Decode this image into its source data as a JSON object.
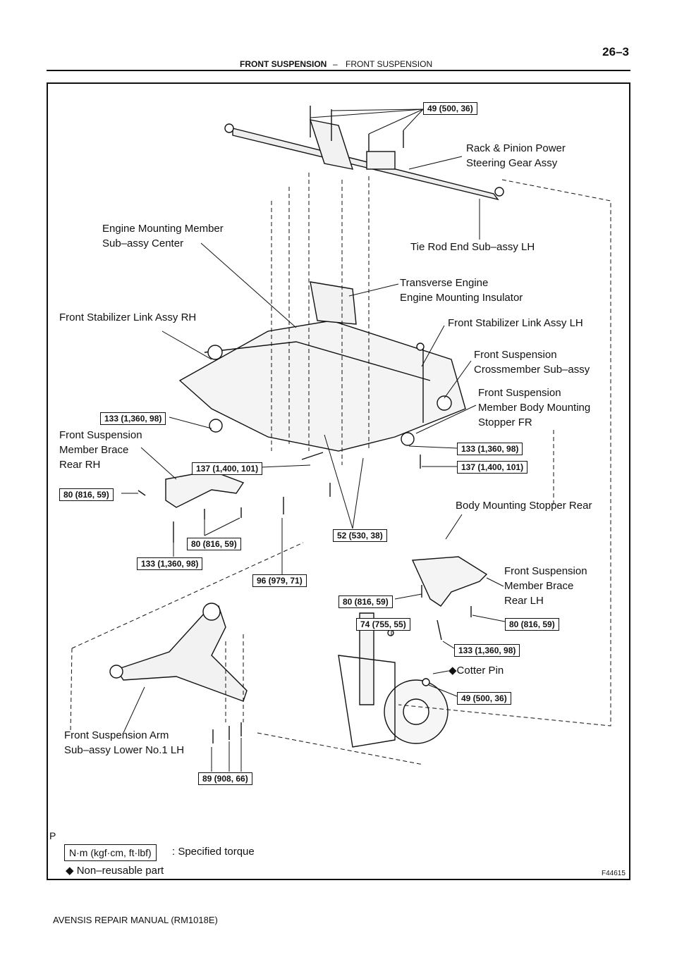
{
  "header": {
    "section": "FRONT SUSPENSION",
    "dash": "–",
    "subsection": "FRONT SUSPENSION",
    "page_number": "26–3"
  },
  "labels": {
    "rack_pinion": "Rack & Pinion Power\nSteering Gear Assy",
    "tie_rod": "Tie Rod End Sub–assy LH",
    "engine_mount_member": "Engine Mounting Member\nSub–assy Center",
    "transverse_engine": "Transverse Engine\nEngine Mounting Insulator",
    "stab_link_rh": "Front Stabilizer Link Assy RH",
    "stab_link_lh": "Front Stabilizer Link Assy LH",
    "crossmember": "Front Suspension\nCrossmember Sub–assy",
    "body_stopper_fr": "Front Suspension\nMember Body Mounting\nStopper FR",
    "brace_rear_rh": "Front Suspension\nMember Brace\nRear RH",
    "body_stopper_rear": "Body Mounting Stopper Rear",
    "brace_rear_lh": "Front Suspension\nMember Brace\nRear LH",
    "cotter_pin": "Cotter Pin",
    "lower_arm": "Front Suspension Arm\nSub–assy Lower No.1 LH"
  },
  "torques": {
    "t1": "49 (500, 36)",
    "t2": "133 (1,360, 98)",
    "t3": "133 (1,360, 98)",
    "t4": "137 (1,400, 101)",
    "t5": "137 (1,400, 101)",
    "t6": "80 (816, 59)",
    "t7": "80 (816, 59)",
    "t8": "133 (1,360, 98)",
    "t9": "52 (530, 38)",
    "t10": "96 (979, 71)",
    "t11": "80 (816, 59)",
    "t12": "74 (755, 55)",
    "t13": "80 (816, 59)",
    "t14": "133 (1,360, 98)",
    "t15": "49 (500, 36)",
    "t16": "89 (908, 66)"
  },
  "legend": {
    "unit_box": "N·m (kgf·cm, ft·lbf)",
    "unit_desc": ": Specified torque",
    "nonreusable_symbol": "◆",
    "nonreusable_text": "Non–reusable part",
    "cotter_symbol": "◆"
  },
  "misc": {
    "p_mark": "P",
    "figure_id": "F44615"
  },
  "footer": {
    "manual": "AVENSIS REPAIR MANUAL   (RM1018E)"
  }
}
